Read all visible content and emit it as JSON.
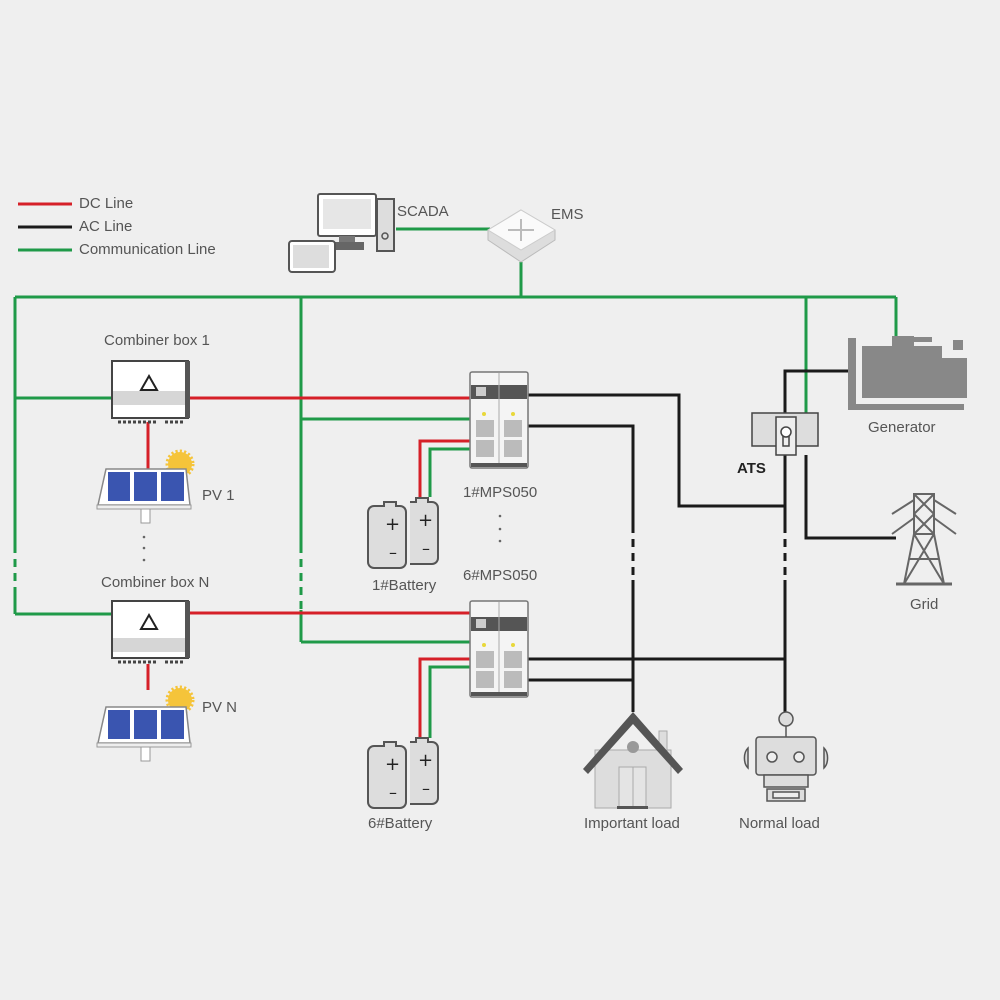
{
  "legend": {
    "items": [
      {
        "label": "DC Line",
        "color": "#d62028"
      },
      {
        "label": "AC Line",
        "color": "#1a1a1a"
      },
      {
        "label": "Communication Line",
        "color": "#1f9a48"
      }
    ]
  },
  "nodes": {
    "scada": "SCADA",
    "ems": "EMS",
    "combiner_1": "Combiner box 1",
    "combiner_n": "Combiner box N",
    "pv_1": "PV 1",
    "pv_n": "PV N",
    "mps_1": "1#MPS050",
    "mps_6": "6#MPS050",
    "battery_1": "1#Battery",
    "battery_6": "6#Battery",
    "generator": "Generator",
    "ats": "ATS",
    "grid": "Grid",
    "important_load": "Important load",
    "normal_load": "Normal load"
  },
  "colors": {
    "dc": "#d62028",
    "ac": "#1a1a1a",
    "comm": "#1f9a48",
    "background": "#efefef"
  }
}
